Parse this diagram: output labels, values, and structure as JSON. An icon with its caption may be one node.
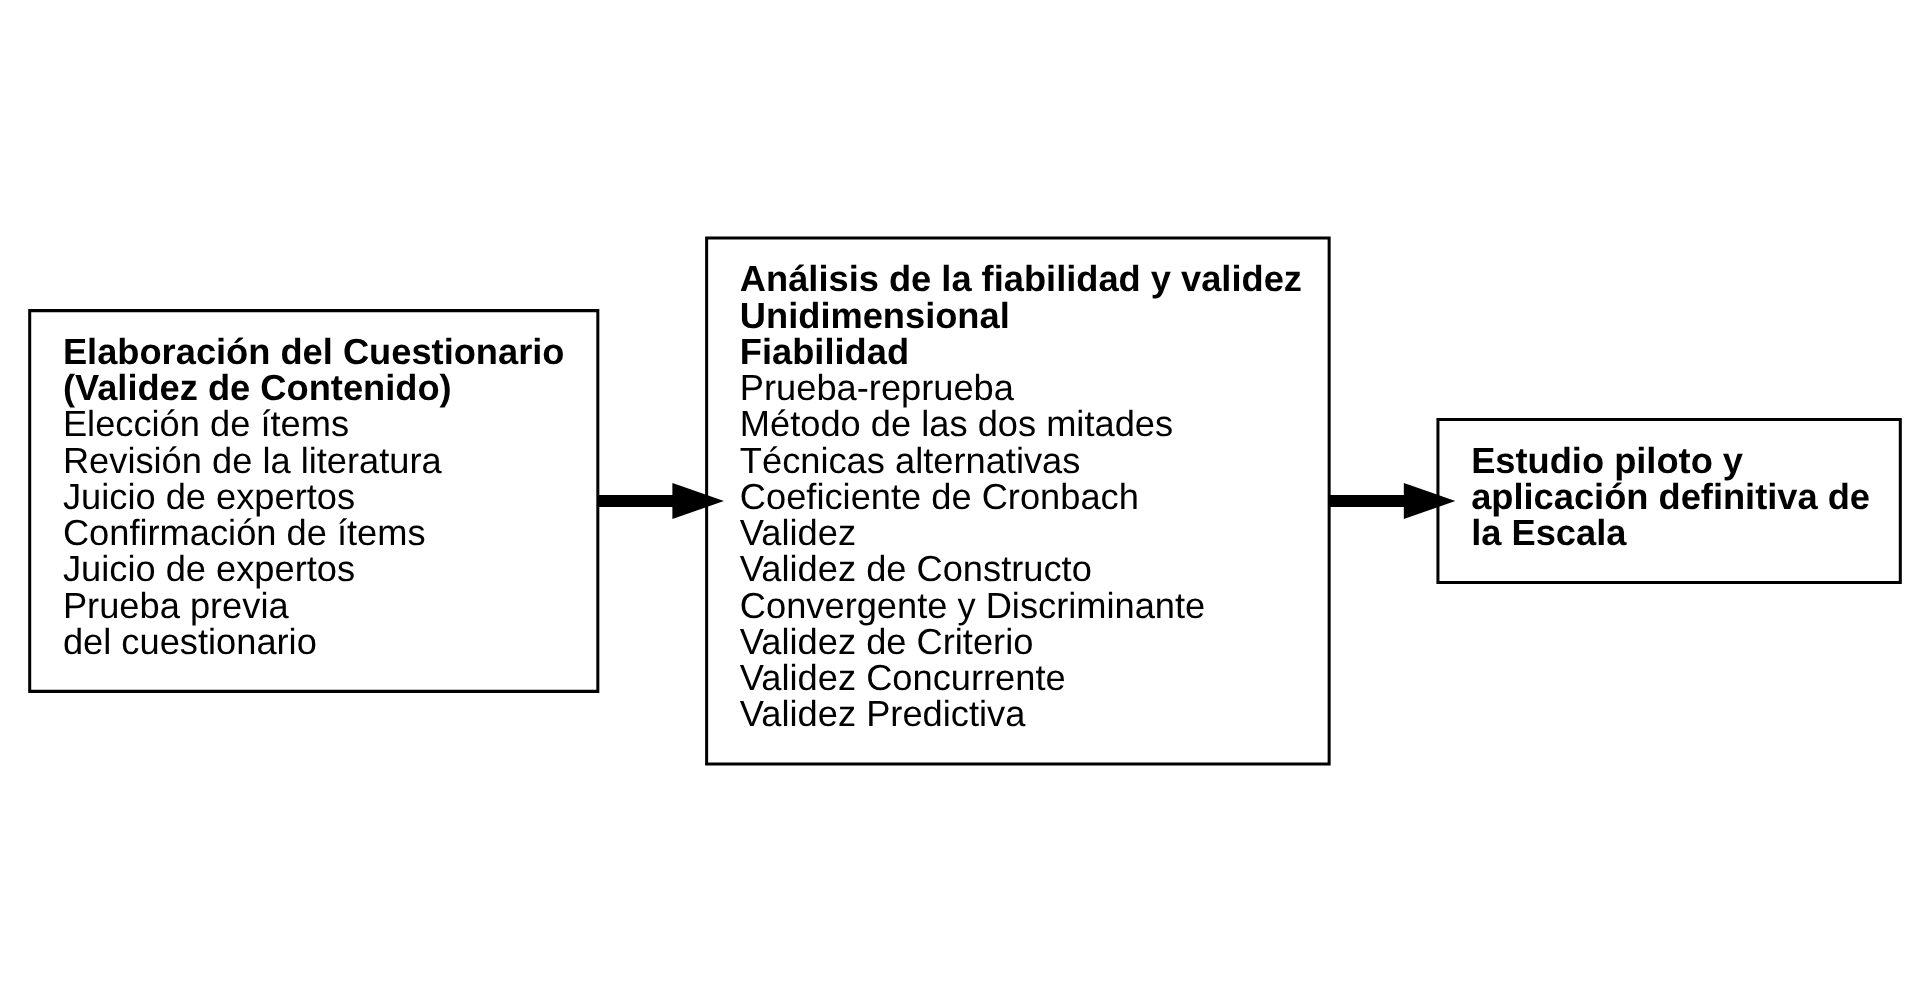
{
  "diagram": {
    "nodes": [
      {
        "text": [
          "Elaboración del Cuestionario (Validez de Contenido)",
          "Elección de ítems",
          "Revisión de la literatura",
          "Juicio de expertos",
          "Confirmación de ítems",
          "Juicio de expertos",
          "Prueba previa del cuestionario"
        ]
      },
      {
        "text": [
          "Análisis de la fiabilidad y validez",
          "Unidimensional",
          "Fiabilidad",
          "Prueba-reprueba",
          "Método de las dos mitades",
          "Técnicas alternativas",
          "Coeficiente de Cronbach",
          "Validez",
          "Validez de Constructo",
          "Convergente y Discriminante",
          "Validez de Criterio",
          "Validez Concurrente",
          "Validez Predictiva"
        ]
      },
      {
        "text": [
          "Estudio piloto y aplicación definitiva de la Escala"
        ]
      }
    ],
    "edges": [
      {
        "from": 0,
        "to": 1,
        "arrow": "to"
      },
      {
        "from": 1,
        "to": 2,
        "arrow": "to"
      }
    ]
  }
}
